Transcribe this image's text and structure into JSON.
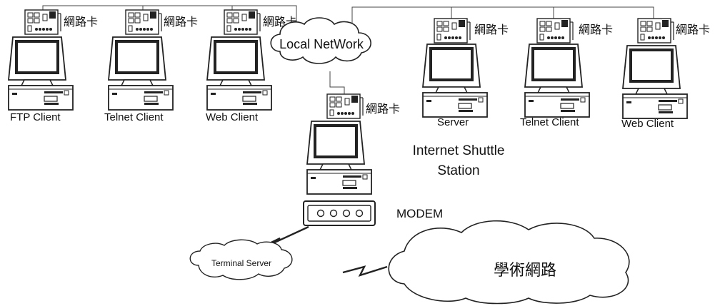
{
  "nic_label": "網路卡",
  "cloud_local": "Local NetWork",
  "left_clients": [
    {
      "label": "FTP Client"
    },
    {
      "label": "Telnet Client"
    },
    {
      "label": "Web Client"
    }
  ],
  "right_clients": [
    {
      "label": "Server"
    },
    {
      "label": "Telnet Client"
    },
    {
      "label": "Web Client"
    }
  ],
  "shuttle": {
    "title_line1": "Internet Shuttle",
    "title_line2": "Station"
  },
  "modem_label": "MODEM",
  "cloud_terminal": "Terminal Server",
  "cloud_academic": "學術網路"
}
